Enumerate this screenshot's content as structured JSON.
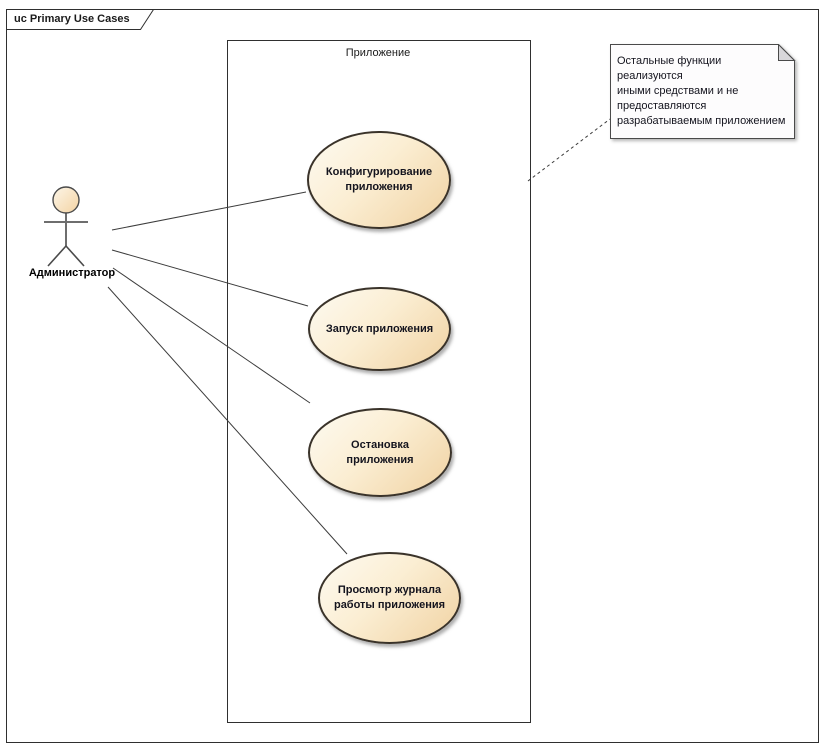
{
  "frame": {
    "label": "uc Primary Use Cases"
  },
  "boundary": {
    "label": "Приложение"
  },
  "actor": {
    "label": "Администратор"
  },
  "use_cases": [
    {
      "label": "Конфигурирование приложения"
    },
    {
      "label": "Запуск приложения"
    },
    {
      "label": "Остановка приложения"
    },
    {
      "label": "Просмотр журнала работы приложения"
    }
  ],
  "note": {
    "lines": [
      "Остальные функции реализуются",
      "иными средствами и не",
      "предоставляются",
      "разрабатываемым приложением"
    ]
  },
  "colors": {
    "shape_fill_light": "#fdfaf1",
    "shape_fill_dark": "#f0d2a2",
    "shape_border": "#3a332a",
    "frame_border": "#2f2f2f",
    "note_fill": "#fdfcfd",
    "note_fold": "#d8d7da",
    "connector": "#3c3c3c",
    "text": "#14141e"
  }
}
